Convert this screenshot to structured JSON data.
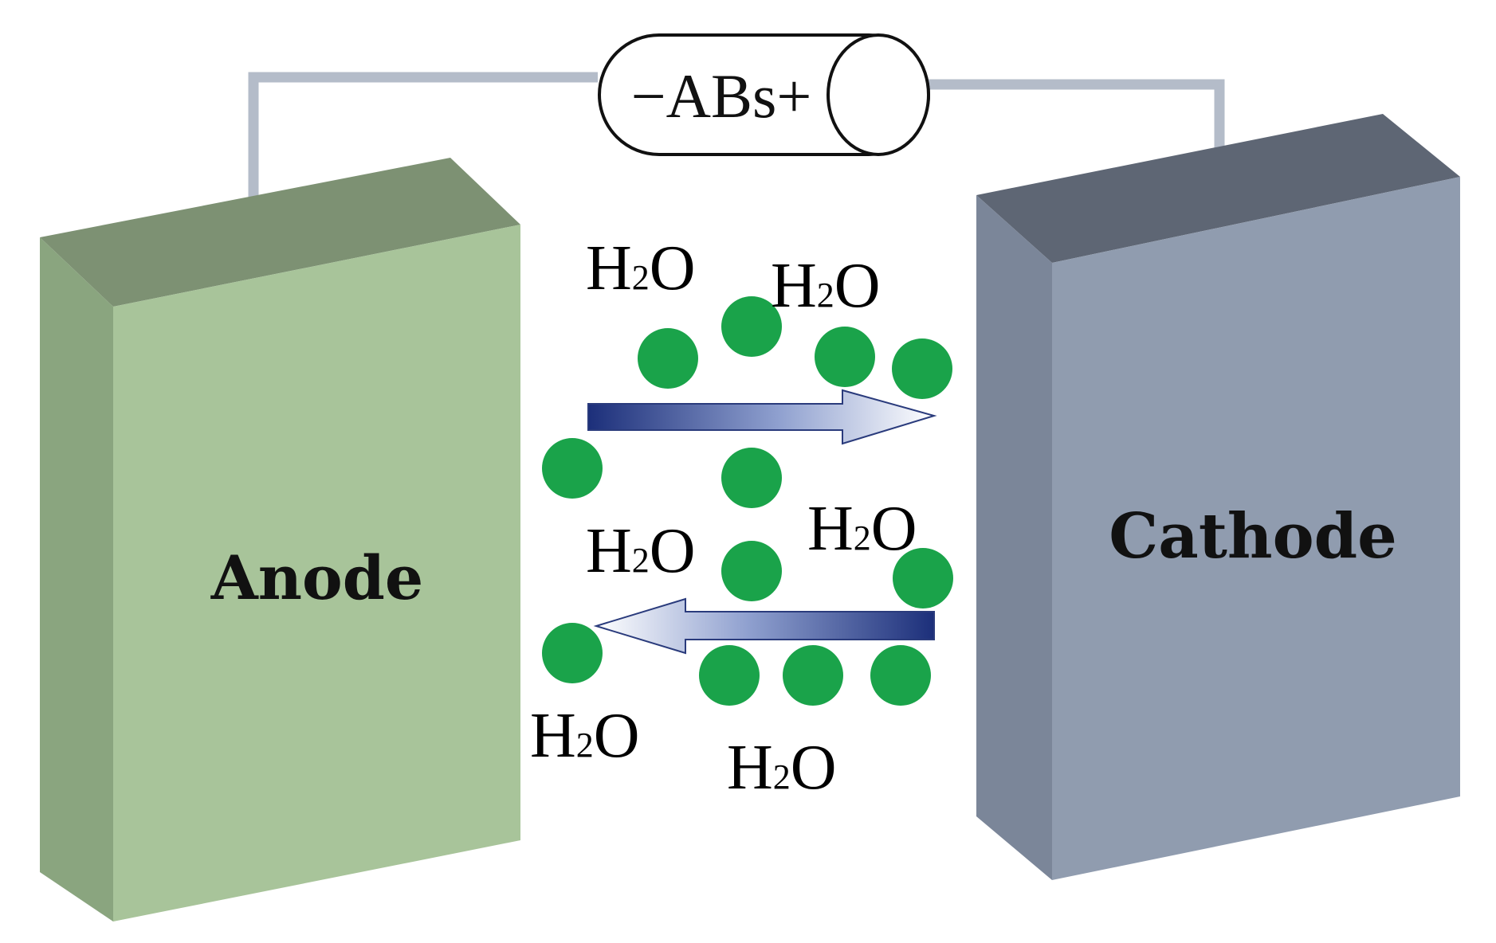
{
  "battery": {
    "label": "−ABs+"
  },
  "electrodes": {
    "anode": {
      "label": "Anode"
    },
    "cathode": {
      "label": "Cathode"
    }
  },
  "water_labels": [
    {
      "main": "H",
      "sub": "2",
      "tail": "O"
    },
    {
      "main": "H",
      "sub": "2",
      "tail": "O"
    },
    {
      "main": "H",
      "sub": "2",
      "tail": "O"
    },
    {
      "main": "H",
      "sub": "2",
      "tail": "O"
    },
    {
      "main": "H",
      "sub": "2",
      "tail": "O"
    },
    {
      "main": "H",
      "sub": "2",
      "tail": "O"
    }
  ],
  "colors": {
    "anode_front": "#a8c49a",
    "anode_side": "#8aa57f",
    "anode_top": "#7d9173",
    "cathode_front": "#909caf",
    "cathode_side": "#7b8699",
    "cathode_top": "#5e6674",
    "wire": "#b4bcc9",
    "molecule": "#1aa34a",
    "arrow_dark": "#1c2f7a",
    "arrow_light": "#ffffff"
  }
}
